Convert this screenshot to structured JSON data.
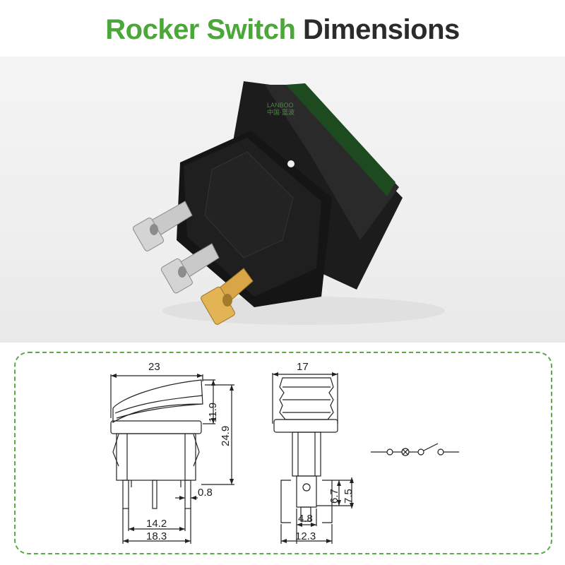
{
  "title": {
    "part1": "Rocker Switch",
    "part2": "Dimensions"
  },
  "colors": {
    "accent_green": "#4ca73b",
    "title_dark": "#2b2b2b",
    "frame_green": "#5aaa48"
  },
  "photo": {
    "watermark": "LANBOO",
    "watermark_cn": "中国·蓝波"
  },
  "dimensions": {
    "front_width": "23",
    "front_top_height": "11.9",
    "front_total_height": "24.9",
    "pin_thickness": "0.8",
    "pin_inner_spacing": "14.2",
    "pin_outer_spacing": "18.3",
    "side_width": "17",
    "side_pin_h1": "6.7",
    "side_pin_h2": "7.5",
    "side_pin_width": "4.8",
    "side_base_width": "12.3"
  }
}
